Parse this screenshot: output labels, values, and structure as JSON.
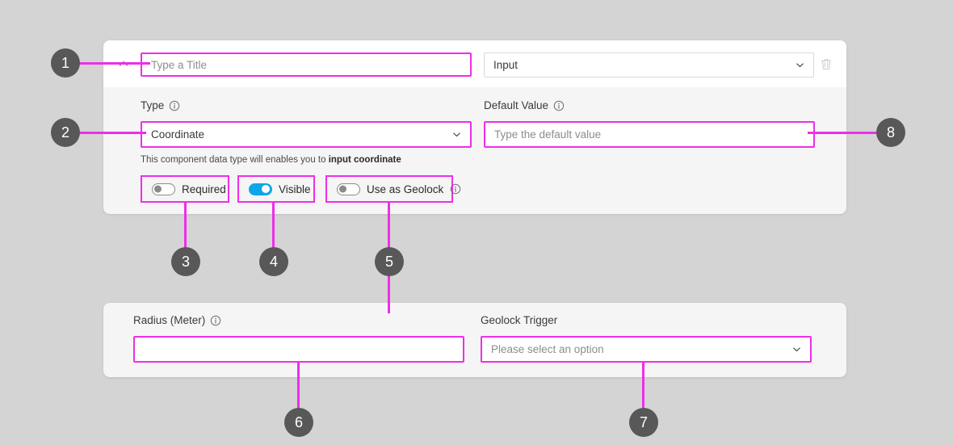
{
  "theme": {
    "page_background": "#d4d4d4",
    "panel_background": "#f5f5f5",
    "panel_header_background": "#ffffff",
    "highlight_color": "#ee2ee8",
    "callout_color": "#585858",
    "toggle_on_color": "#0ea5e9",
    "toggle_off_color": "#8a8a8a"
  },
  "top_panel": {
    "collapse_icon": "chevron-up-icon",
    "delete_icon": "trash-icon",
    "title_input": {
      "placeholder": "Type a Title",
      "value": ""
    },
    "component_select": {
      "value": "Input",
      "caret_icon": "chevron-down-icon"
    },
    "type_field": {
      "label": "Type",
      "info_icon": "info-icon",
      "value": "Coordinate",
      "caret_icon": "chevron-down-icon"
    },
    "default_value_field": {
      "label": "Default Value",
      "info_icon": "info-icon",
      "placeholder": "Type the default value",
      "value": ""
    },
    "helper_text": {
      "prefix": "This component data type will enables you to ",
      "emphasis": "input coordinate"
    },
    "toggles": [
      {
        "label": "Required",
        "state": "off",
        "has_info": false
      },
      {
        "label": "Visible",
        "state": "on",
        "has_info": false
      },
      {
        "label": "Use as Geolock",
        "state": "off",
        "has_info": true,
        "info_icon": "info-icon"
      }
    ]
  },
  "bottom_panel": {
    "radius_field": {
      "label": "Radius (Meter)",
      "info_icon": "info-icon",
      "placeholder": "",
      "value": ""
    },
    "geolock_trigger_field": {
      "label": "Geolock Trigger",
      "placeholder": "Please select an option",
      "value": "",
      "caret_icon": "chevron-down-icon"
    }
  },
  "callouts": [
    {
      "number": "1"
    },
    {
      "number": "2"
    },
    {
      "number": "3"
    },
    {
      "number": "4"
    },
    {
      "number": "5"
    },
    {
      "number": "6"
    },
    {
      "number": "7"
    },
    {
      "number": "8"
    }
  ]
}
